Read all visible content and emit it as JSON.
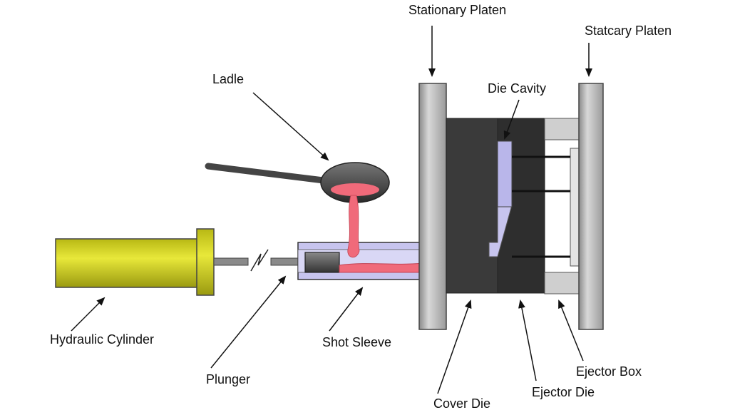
{
  "labels": {
    "stationary_platen": "Stationary Platen",
    "moving_platen": "Statcary Platen",
    "die_cavity": "Die Cavity",
    "ladle": "Ladle",
    "hydraulic_cylinder": "Hydraulic Cylinder",
    "plunger": "Plunger",
    "shot_sleeve": "Shot Sleeve",
    "cover_die": "Cover Die",
    "ejector_die": "Ejector Die",
    "ejector_box": "Ejector Box"
  },
  "colors": {
    "cylinder": "#cfcf1a",
    "metal": "#f06a7a",
    "sleeve": "#c7c4ee",
    "platen": "#a9a9a9",
    "die": "#3a3a3a",
    "outline": "#222222"
  }
}
